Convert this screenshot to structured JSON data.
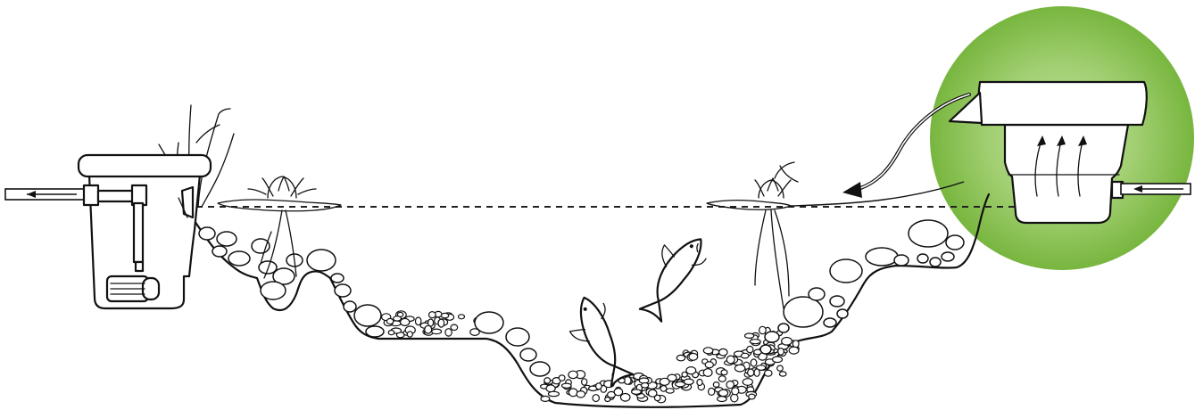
{
  "diagram": {
    "colors": {
      "outline": "#111111",
      "background": "#ffffff",
      "highlight_center": "#b9dd94",
      "highlight_edge": "#77b63c",
      "water_line": "#222222"
    },
    "components": [
      {
        "id": "pond-filter",
        "kind": "biological filter with internal pump",
        "icon": "filter-box-icon"
      },
      {
        "id": "pump",
        "kind": "submersible pump",
        "icon": "pump-icon"
      },
      {
        "id": "outflow-pipe",
        "kind": "pipe with flow arrow pointing left",
        "icon": "arrow-left-icon"
      },
      {
        "id": "skimmer",
        "kind": "surface skimmer (highlighted)",
        "icon": "skimmer-icon"
      },
      {
        "id": "inflow-pipe",
        "kind": "pipe with flow arrow pointing left",
        "icon": "arrow-left-icon"
      },
      {
        "id": "water-flow",
        "kind": "curved arrow from pond surface into skimmer",
        "icon": "curved-arrow-icon"
      },
      {
        "id": "koi-fish",
        "count": 2,
        "icon": "fish-icon"
      },
      {
        "id": "water-lily",
        "count": 2,
        "icon": "lotus-icon"
      }
    ],
    "water_line_style": "dashed"
  }
}
